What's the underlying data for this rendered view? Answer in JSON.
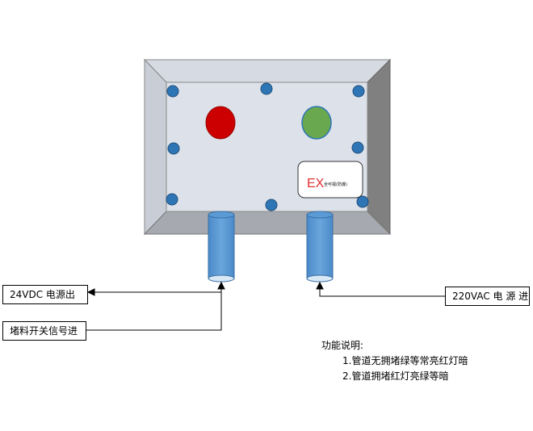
{
  "labels": {
    "power_out_24vdc": "24VDC 电源出",
    "blockage_switch_in": "堵料开关信号进",
    "power_in_220vac": "220VAC 电 源 进"
  },
  "ex_badge": {
    "mark": "EX",
    "subtext": "全可视(防爆)"
  },
  "notes": {
    "title": "功能说明:",
    "items": [
      "1.管道无拥堵绿等常亮红灯暗",
      "2.管道拥堵红灯亮绿等暗"
    ]
  },
  "colors": {
    "red_lamp": "#cc0000",
    "green_lamp": "#6aa84f",
    "bolt": "#2e75b6",
    "pipe": "#5b9bd5",
    "ex_mark": "#e03030",
    "box_face": "#dde2ea",
    "box_frame_top": "#cfd4dc",
    "box_frame_right": "#808080",
    "box_frame_bottom": "#a6aab0"
  }
}
